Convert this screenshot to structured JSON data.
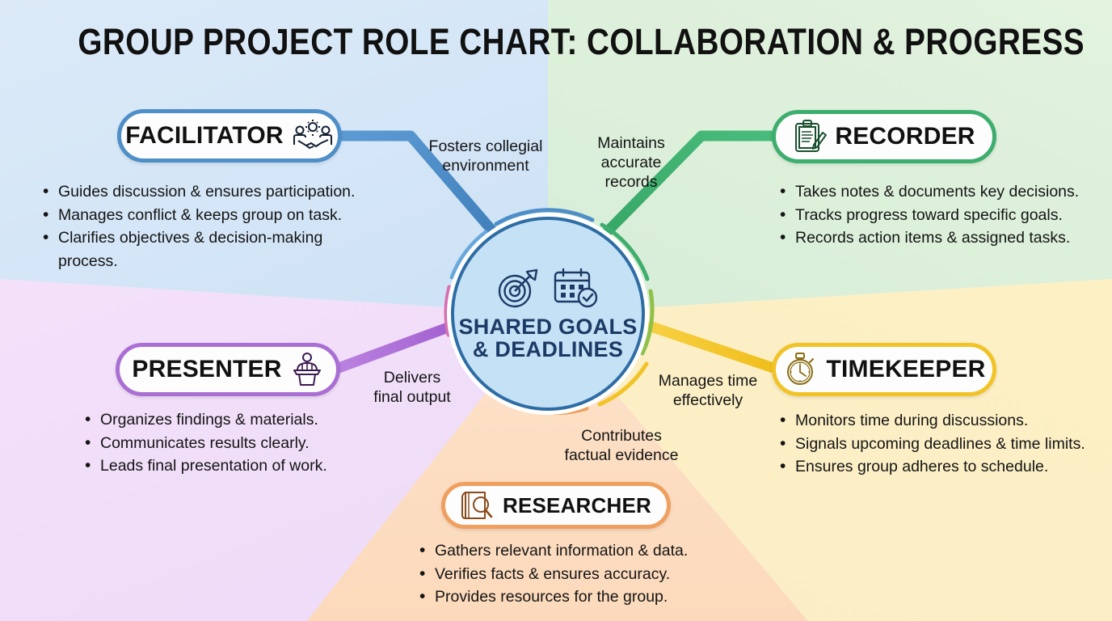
{
  "title": "GROUP PROJECT ROLE CHART: COLLABORATION & PROGRESS",
  "center": {
    "line1": "SHARED GOALS",
    "line2": "& DEADLINES",
    "icons": [
      "target-arrow-icon",
      "calendar-check-icon"
    ],
    "fill": "#c5e1f5",
    "ring": "#2e6da4",
    "text_color": "#1b3a66"
  },
  "roles": [
    {
      "id": "facilitator",
      "label": "FACILITATOR",
      "icon": "handshake-gear-icon",
      "color": "#4f8fc7",
      "caption": "Fosters collegial environment",
      "bullets": [
        "Guides discussion & ensures participation.",
        "Manages conflict & keeps group on task.",
        "Clarifies objectives & decision-making process."
      ]
    },
    {
      "id": "recorder",
      "label": "RECORDER",
      "icon": "clipboard-pencil-icon",
      "color": "#3dae6e",
      "caption": "Maintains accurate records",
      "bullets": [
        "Takes notes & documents key decisions.",
        "Tracks progress toward specific goals.",
        "Records action items & assigned tasks."
      ]
    },
    {
      "id": "presenter",
      "label": "PRESENTER",
      "icon": "podium-speaker-icon",
      "color": "#a96fd4",
      "caption": "Delivers final output",
      "bullets": [
        "Organizes findings & materials.",
        "Communicates results clearly.",
        "Leads final presentation of work."
      ]
    },
    {
      "id": "timekeeper",
      "label": "TIMEKEEPER",
      "icon": "stopwatch-icon",
      "color": "#f2c327",
      "caption": "Manages time effectively",
      "bullets": [
        "Monitors time during discussions.",
        "Signals upcoming deadlines & time limits.",
        "Ensures group adheres to schedule."
      ]
    },
    {
      "id": "researcher",
      "label": "RESEARCHER",
      "icon": "book-magnifier-icon",
      "color": "#ef9f5e",
      "caption": "Contributes factual evidence",
      "bullets": [
        "Gathers relevant information & data.",
        "Verifies facts & ensures accuracy.",
        "Provides resources for the group."
      ]
    }
  ],
  "background": {
    "facilitator_wedge": "#d6e7f7",
    "recorder_wedge": "#dff0dd",
    "presenter_wedge": "#f1dcf6",
    "timekeeper_wedge": "#fbeec0",
    "researcher_wedge": "#fbdcc0"
  },
  "captions": {
    "facilitator_l1": "Fosters collegial",
    "facilitator_l2": "environment",
    "recorder_l1": "Maintains",
    "recorder_l2": "accurate",
    "recorder_l3": "records",
    "presenter_l1": "Delivers",
    "presenter_l2": "final output",
    "timekeeper_l1": "Manages time",
    "timekeeper_l2": "effectively",
    "researcher_l1": "Contributes",
    "researcher_l2": "factual evidence"
  }
}
